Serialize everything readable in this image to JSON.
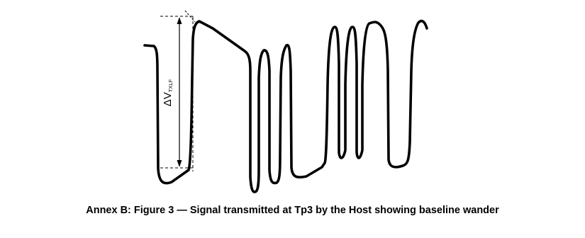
{
  "figure": {
    "delta_label": "ΔV",
    "delta_subscript": "TXLF",
    "caption": "Annex B: Figure 3 — Signal transmitted at Tp3 by the Host showing baseline wander"
  },
  "colors": {
    "waveform": "#000000",
    "dimension": "#000000",
    "background": "#ffffff"
  }
}
